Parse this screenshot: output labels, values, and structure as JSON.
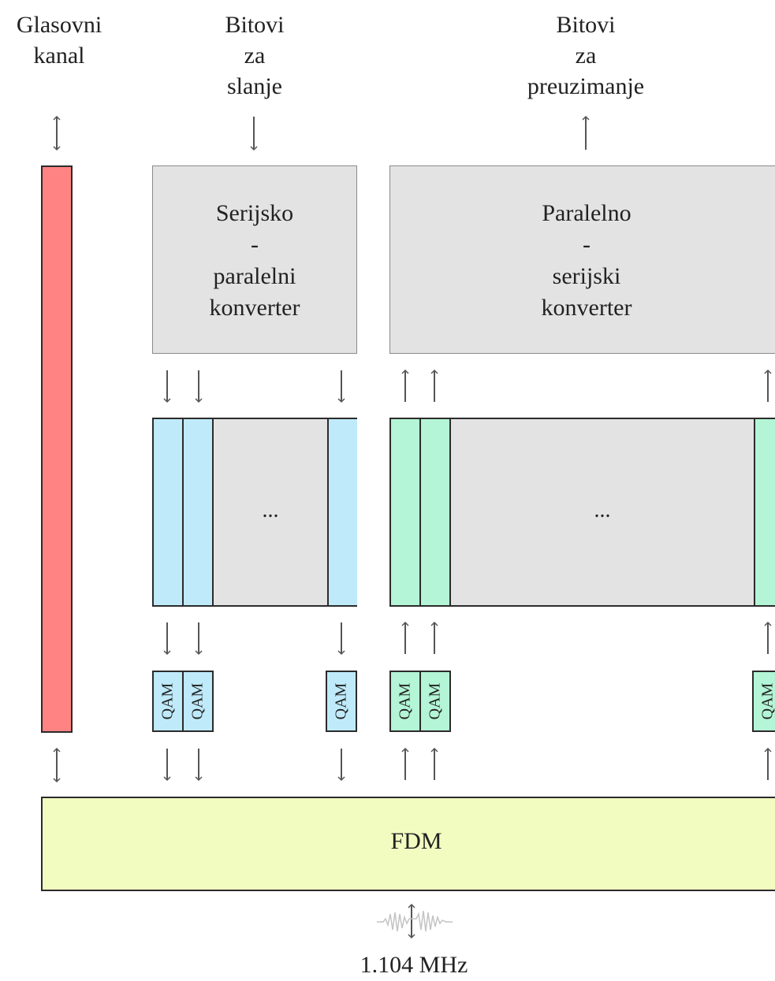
{
  "labels": {
    "voice_channel": [
      "Glasovni",
      "kanal"
    ],
    "bits_send": [
      "Bitovi",
      "za",
      "slanje"
    ],
    "bits_download": [
      "Bitovi",
      "za",
      "preuzimanje"
    ]
  },
  "blocks": {
    "sp_converter": [
      "Serijsko",
      "-",
      "paralelni",
      "konverter"
    ],
    "ps_converter": [
      "Paralelno",
      "-",
      "serijski",
      "konverter"
    ],
    "ellipsis": "...",
    "qam": "QAM",
    "fdm": "FDM"
  },
  "footer": {
    "frequency": "1.104 MHz"
  },
  "colors": {
    "voice_channel": "#ff8383",
    "upstream": "#bfeafa",
    "downstream": "#b3f5d6",
    "converter": "#e3e3e3",
    "fdm": "#f2fcc0"
  }
}
